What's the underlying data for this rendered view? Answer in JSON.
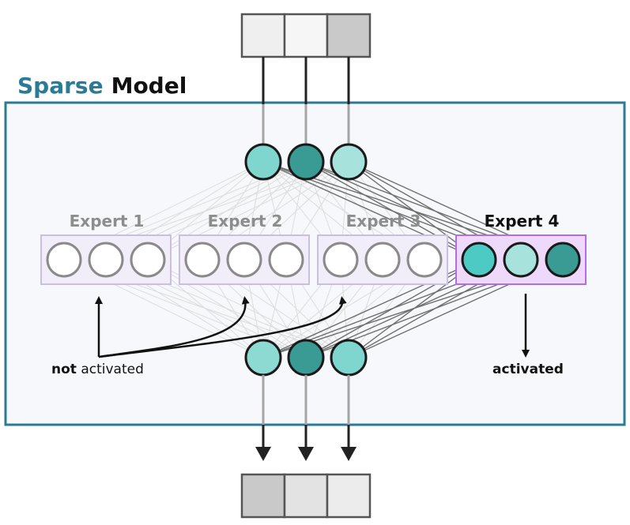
{
  "title": {
    "part1": "Sparse",
    "part2": "Model"
  },
  "experts": [
    {
      "label": "Expert 1",
      "active": false,
      "node_colors": [
        "#ffffff",
        "#ffffff",
        "#ffffff"
      ]
    },
    {
      "label": "Expert 2",
      "active": false,
      "node_colors": [
        "#ffffff",
        "#ffffff",
        "#ffffff"
      ]
    },
    {
      "label": "Expert 3",
      "active": false,
      "node_colors": [
        "#ffffff",
        "#ffffff",
        "#ffffff"
      ]
    },
    {
      "label": "Expert 4",
      "active": true,
      "node_colors": [
        "#4ecac4",
        "#a8e2dd",
        "#3a9b95"
      ]
    }
  ],
  "input_vector": [
    "#efefef",
    "#f6f6f6",
    "#c9c9c9"
  ],
  "output_vector": [
    "#c9c9c9",
    "#e3e3e3",
    "#ececec"
  ],
  "input_nodes": [
    "#7fd6cf",
    "#3a9b95",
    "#a8e2dd"
  ],
  "output_nodes": [
    "#8ddad3",
    "#3a9b95",
    "#7fd6cf"
  ],
  "annotations": {
    "not_activated_bold": "not",
    "not_activated_rest": " activated",
    "activated": "activated"
  },
  "colors": {
    "accent": "#2b7b96",
    "frame_fill": "#f7f8fb",
    "expert_fill": "#f1edf9",
    "expert_border_inactive": "#c9bfe0",
    "expert_border_active": "#b06ee0",
    "expert_fill_active": "#efd9fb",
    "inactive_node_border": "#8a8a8a",
    "dark_node_border": "#1a1a1a",
    "inactive_label": "#8d8d8d",
    "active_label": "#111111"
  }
}
